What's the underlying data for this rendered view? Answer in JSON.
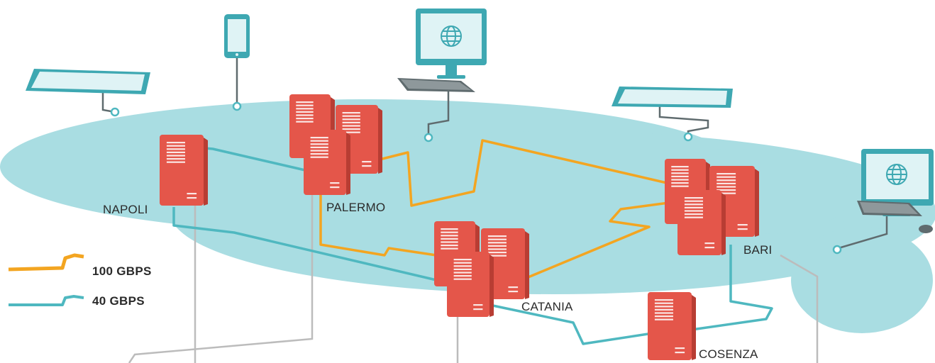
{
  "colors": {
    "cloud": "#a9dde2",
    "link_100": "#f3a521",
    "link_40": "#4fb8c0",
    "server": "#e4564a",
    "server_dark": "#b83d33",
    "device_frame": "#3ea8b2",
    "screen": "#dff3f5",
    "drop_line": "#bcbcbc",
    "connector": "#5f6b6e"
  },
  "nodes": {
    "napoli": "NAPOLI",
    "palermo": "PALERMO",
    "catania": "CATANIA",
    "bari": "BARI",
    "cosenza": "COSENZA"
  },
  "legend": {
    "gbps_100": "100 GBPS",
    "gbps_40": "40 GBPS"
  },
  "icons": {
    "monitor_screen": "globe-icon",
    "server": "server-icon",
    "tablet": "tablet-icon",
    "phone": "phone-icon",
    "keyboard": "keyboard-icon",
    "mouse": "mouse-icon"
  }
}
